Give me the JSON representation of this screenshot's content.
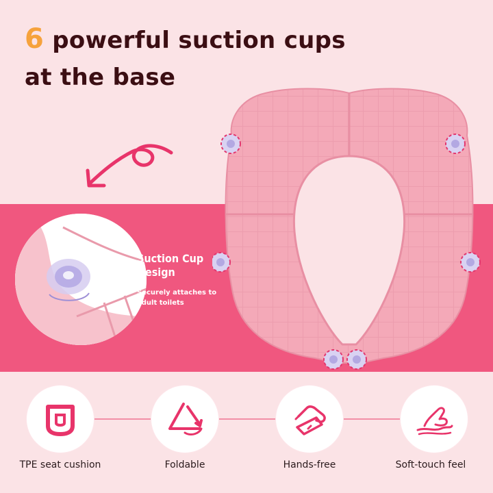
{
  "headline": {
    "number": "6",
    "line1_rest": " powerful suction cups",
    "line2": "at the base"
  },
  "callout": {
    "title": "Suction Cup Design",
    "subtitle": "Securely attaches to adult toilets"
  },
  "features": [
    {
      "label": "TPE seat cushion",
      "icon": "seat-cushion-icon"
    },
    {
      "label": "Foldable",
      "icon": "foldable-triangle-icon"
    },
    {
      "label": "Hands-free",
      "icon": "hands-free-icon"
    },
    {
      "label": "Soft-touch feel",
      "icon": "soft-touch-hand-icon"
    }
  ],
  "colors": {
    "background": "#fbe3e6",
    "band": "#f0577f",
    "accent": "#e8346a",
    "headline_text": "#3b0e13",
    "number": "#f6a23c",
    "seat": "#f4a9b8"
  },
  "suction_cup_count": 6
}
